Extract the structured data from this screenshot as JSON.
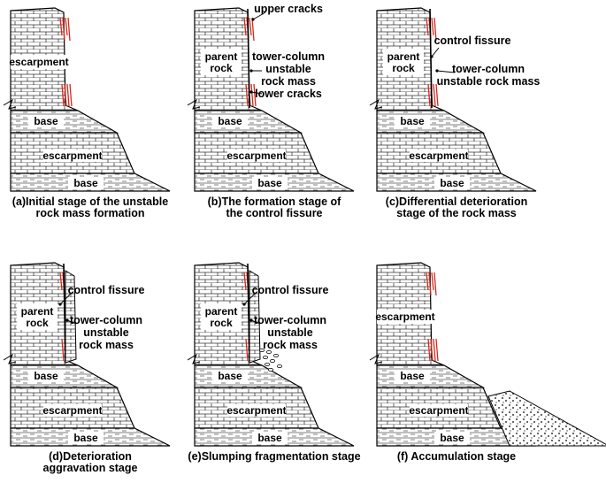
{
  "panels": [
    {
      "id": "a",
      "caption": [
        "(a)Initial stage of the unstable",
        "rock mass formation"
      ],
      "labels": {
        "upper": "escarpment",
        "base1": "base",
        "lower": "escarpment",
        "base2": "base"
      }
    },
    {
      "id": "b",
      "caption": [
        "(b)The formation stage of",
        "the control fissure"
      ],
      "labels": {
        "upper": "parent rock",
        "base1": "base",
        "lower": "escarpment",
        "base2": "base"
      },
      "callouts": [
        "upper cracks",
        "tower-column",
        "unstable",
        "rock mass",
        "lower cracks"
      ]
    },
    {
      "id": "c",
      "caption": [
        "(c)Differential deterioration",
        "stage of the rock mass"
      ],
      "labels": {
        "upper": "parent rock",
        "base1": "base",
        "lower": "escarpment",
        "base2": "base"
      },
      "callouts": [
        "control fissure",
        "tower-column",
        "unstable rock mass"
      ]
    },
    {
      "id": "d",
      "caption": [
        "(d)Deterioration",
        "aggravation stage"
      ],
      "labels": {
        "upper": "parent rock",
        "base1": "base",
        "lower": "escarpment",
        "base2": "base"
      },
      "callouts": [
        "control fissure",
        "tower-column",
        "unstable",
        "rock mass"
      ]
    },
    {
      "id": "e",
      "caption": [
        "(e)Slumping fragmentation stage"
      ],
      "labels": {
        "upper": "parent rock",
        "base1": "base",
        "lower": "escarpment",
        "base2": "base"
      },
      "callouts": [
        "control fissure",
        "tower-column",
        "unstable",
        "rock mass"
      ]
    },
    {
      "id": "f",
      "caption": [
        "(f) Accumulation stage"
      ],
      "labels": {
        "upper": "escarpment",
        "base1": "base",
        "lower": "escarpment",
        "base2": "base"
      }
    }
  ],
  "colors": {
    "crack": "#d42a1e",
    "ink": "#000000",
    "fill": "#ffffff"
  }
}
